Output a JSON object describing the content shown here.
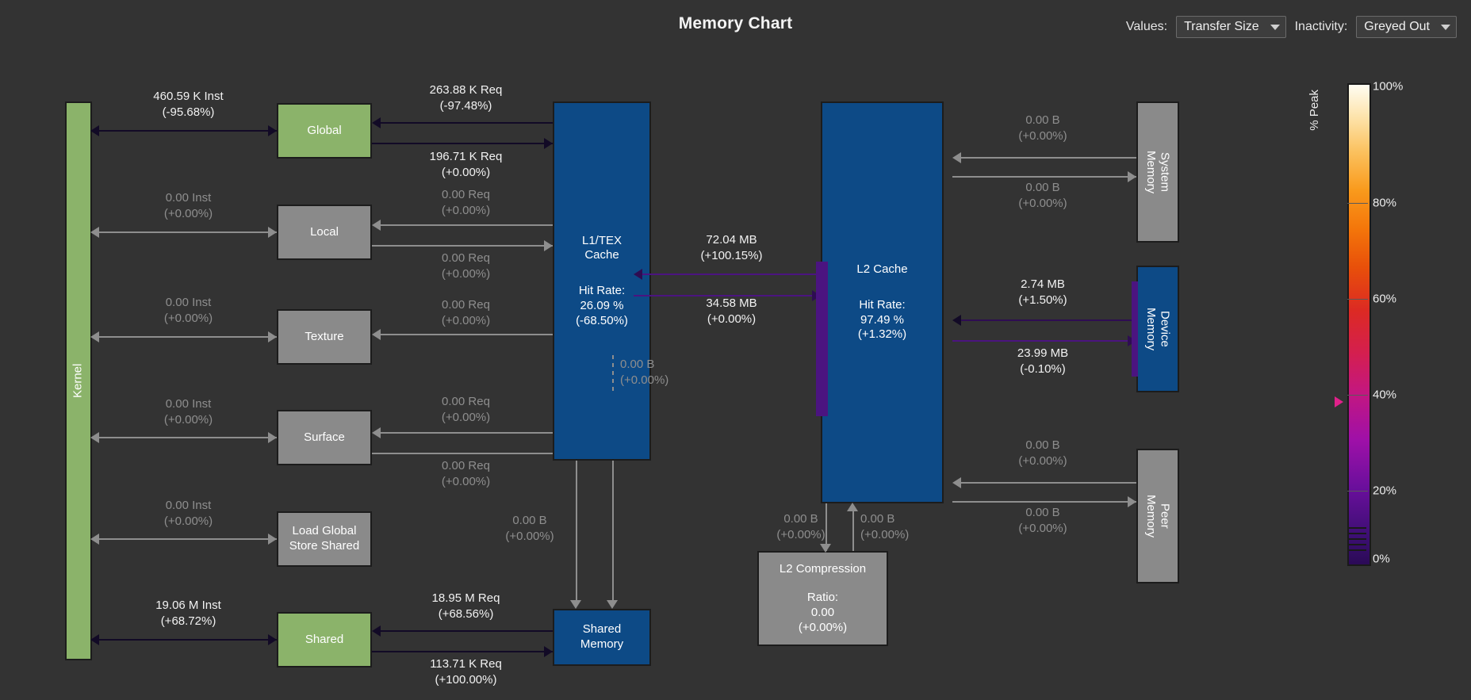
{
  "header": {
    "title": "Memory Chart",
    "values_label": "Values:",
    "values_selected": "Transfer Size",
    "inactivity_label": "Inactivity:",
    "inactivity_selected": "Greyed Out"
  },
  "nodes": {
    "kernel": "Kernel",
    "global": "Global",
    "local": "Local",
    "texture": "Texture",
    "surface": "Surface",
    "load_global_store_shared": "Load Global\nStore Shared",
    "shared": "Shared",
    "l1tex_name": "L1/TEX\nCache",
    "l1tex_hit_label": "Hit Rate:",
    "l1tex_hit_value": "26.09 %",
    "l1tex_hit_delta": "(-68.50%)",
    "l2_name": "L2 Cache",
    "l2_hit_label": "Hit Rate:",
    "l2_hit_value": "97.49 %",
    "l2_hit_delta": "(+1.32%)",
    "shared_memory": "Shared\nMemory",
    "system_memory": "System\nMemory",
    "device_memory": "Device\nMemory",
    "peer_memory": "Peer\nMemory",
    "l2_compression_name": "L2 Compression",
    "l2_compression_ratio_label": "Ratio:",
    "l2_compression_ratio_value": "0.00",
    "l2_compression_ratio_delta": "(+0.00%)"
  },
  "edges": {
    "kernel_global": {
      "value": "460.59 K Inst",
      "delta": "(-95.68%)",
      "active": true
    },
    "kernel_local": {
      "value": "0.00 Inst",
      "delta": "(+0.00%)",
      "active": false
    },
    "kernel_texture": {
      "value": "0.00 Inst",
      "delta": "(+0.00%)",
      "active": false
    },
    "kernel_surface": {
      "value": "0.00 Inst",
      "delta": "(+0.00%)",
      "active": false
    },
    "kernel_lgss": {
      "value": "0.00 Inst",
      "delta": "(+0.00%)",
      "active": false
    },
    "kernel_shared": {
      "value": "19.06 M Inst",
      "delta": "(+68.72%)",
      "active": true
    },
    "global_l1_in": {
      "value": "263.88 K Req",
      "delta": "(-97.48%)",
      "active": true
    },
    "global_l1_out": {
      "value": "196.71 K Req",
      "delta": "(+0.00%)",
      "active": true
    },
    "local_l1_in": {
      "value": "0.00 Req",
      "delta": "(+0.00%)",
      "active": false
    },
    "local_l1_out": {
      "value": "0.00 Req",
      "delta": "(+0.00%)",
      "active": false
    },
    "texture_l1_in": {
      "value": "0.00 Req",
      "delta": "(+0.00%)",
      "active": false
    },
    "surface_l1_in": {
      "value": "0.00 Req",
      "delta": "(+0.00%)",
      "active": false
    },
    "surface_l1_out": {
      "value": "0.00 Req",
      "delta": "(+0.00%)",
      "active": false
    },
    "shared_sharedmem_in": {
      "value": "18.95 M Req",
      "delta": "(+68.56%)",
      "active": true
    },
    "shared_sharedmem_out": {
      "value": "113.71 K Req",
      "delta": "(+100.00%)",
      "active": true
    },
    "l1_sharedmem_left": {
      "value": "0.00 B",
      "delta": "(+0.00%)",
      "active": false
    },
    "l1_sharedmem_right": {
      "value": "0.00 B",
      "delta": "(+0.00%)",
      "active": false
    },
    "lgss_dashed": {
      "value": "0.00 B",
      "delta": "(+0.00%)",
      "active": false
    },
    "l1_l2_in": {
      "value": "72.04 MB",
      "delta": "(+100.15%)",
      "active": true
    },
    "l1_l2_out": {
      "value": "34.58 MB",
      "delta": "(+0.00%)",
      "active": true
    },
    "l2_system_in": {
      "value": "0.00 B",
      "delta": "(+0.00%)",
      "active": false
    },
    "l2_system_out": {
      "value": "0.00 B",
      "delta": "(+0.00%)",
      "active": false
    },
    "l2_device_in": {
      "value": "2.74 MB",
      "delta": "(+1.50%)",
      "active": true
    },
    "l2_device_out": {
      "value": "23.99 MB",
      "delta": "(-0.10%)",
      "active": true
    },
    "l2_peer_in": {
      "value": "0.00 B",
      "delta": "(+0.00%)",
      "active": false
    },
    "l2_peer_out": {
      "value": "0.00 B",
      "delta": "(+0.00%)",
      "active": false
    },
    "l2_compress_down": {
      "value": "0.00 B",
      "delta": "(+0.00%)",
      "active": false
    },
    "l2_compress_up": {
      "value": "0.00 B",
      "delta": "(+0.00%)",
      "active": false
    }
  },
  "scale": {
    "axis_label": "% Peak",
    "ticks": [
      "100%",
      "80%",
      "60%",
      "40%",
      "20%",
      "0%"
    ],
    "marker_percent": 34
  },
  "colors": {
    "background": "#333333",
    "green": "#8bb36a",
    "grey": "#8a8a8a",
    "blue": "#0d4a86",
    "active_line": "#120a26",
    "inactive_line": "#8e8e8e",
    "purple_line": "#4b1480",
    "marker": "#e0218a"
  }
}
